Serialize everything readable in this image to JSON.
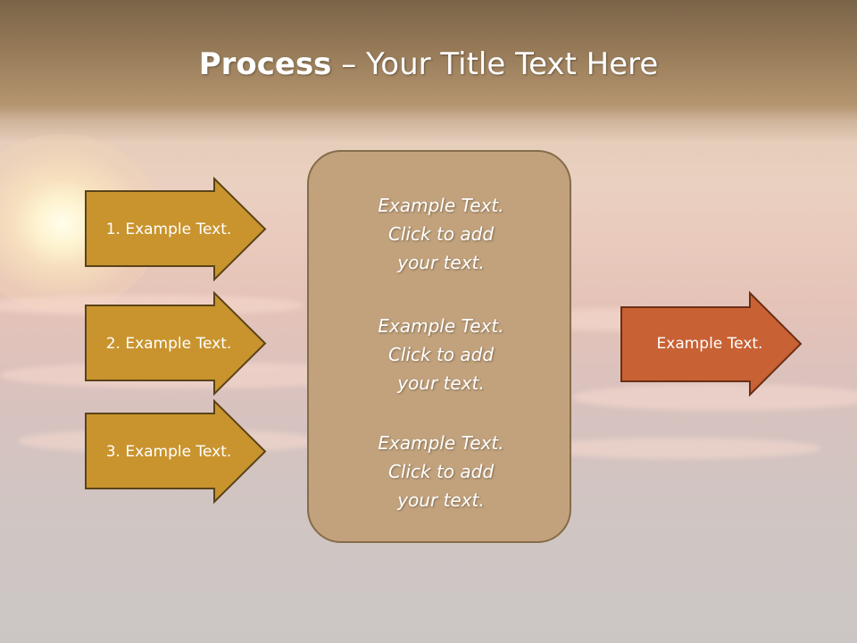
{
  "slide": {
    "title_bold": "Process",
    "title_rest": " – Your Title Text Here"
  },
  "steps": [
    {
      "label": "1. Example Text."
    },
    {
      "label": "2. Example Text."
    },
    {
      "label": "3. Example Text."
    }
  ],
  "center_box": {
    "blocks": [
      {
        "line1": "Example Text.",
        "line2": "Click  to add",
        "line3": "your text."
      },
      {
        "line1": "Example Text.",
        "line2": "Click  to add",
        "line3": "your text."
      },
      {
        "line1": "Example Text.",
        "line2": "Click  to add",
        "line3": "your text."
      }
    ]
  },
  "output": {
    "label": "Example Text."
  },
  "colors": {
    "step_arrow_fill": "#c9942e",
    "step_arrow_border": "#5a4318",
    "output_arrow_fill": "#c86134",
    "output_arrow_border": "#6a2f14",
    "center_box_fill": "#c2a27c",
    "center_box_border": "#856c4a"
  }
}
